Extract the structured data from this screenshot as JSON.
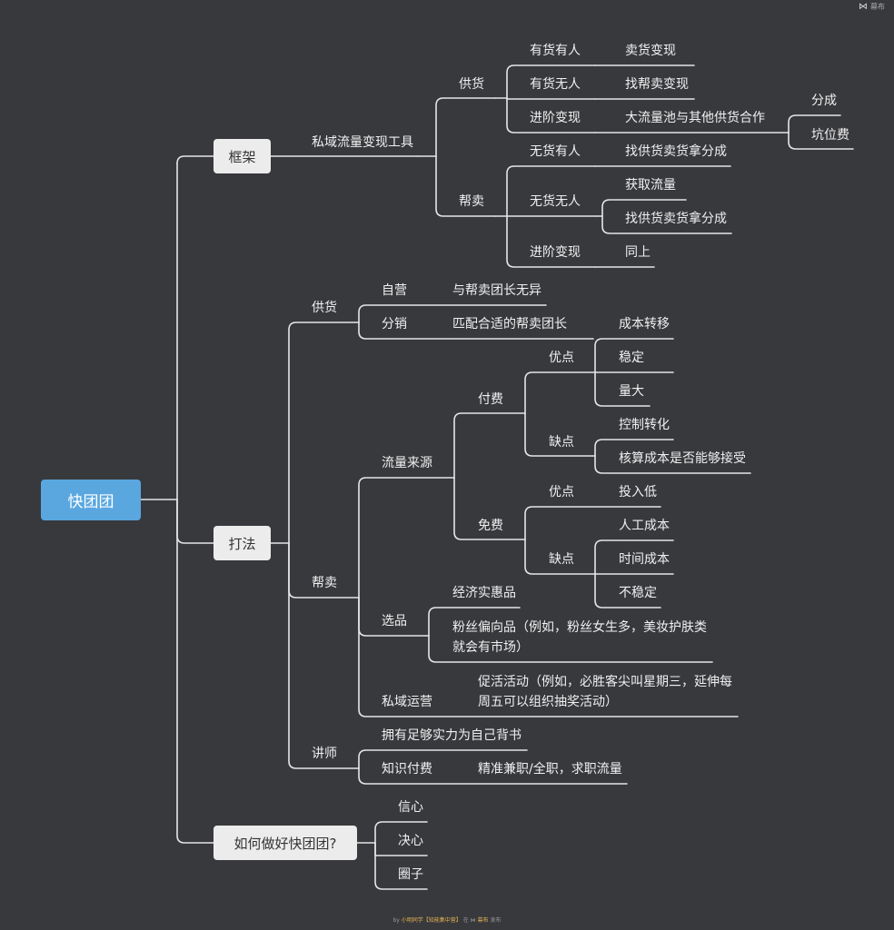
{
  "brand": {
    "icon": "mindmap-logo-icon",
    "label": "幕布"
  },
  "footer": {
    "by": "by",
    "author": "小明同学【知能集中营】",
    "via": "在",
    "brand": "幕布",
    "publish": "发布"
  },
  "nodes": {
    "root": "快团团",
    "kuangjia": "框架",
    "siyu_tool": "私域流量变现工具",
    "gonghuo1": "供货",
    "yhyr": "有货有人",
    "yhyr_c": "卖货变现",
    "yhwr": "有货无人",
    "yhwr_c": "找帮卖变现",
    "jjbx1": "进阶变现",
    "jjbx1_c": "大流量池与其他供货合作",
    "fencheng": "分成",
    "kengweifei": "坑位费",
    "bangmai1": "帮卖",
    "whyr": "无货有人",
    "whyr_c": "找供货卖货拿分成",
    "whwr": "无货无人",
    "whwr_c1": "获取流量",
    "whwr_c2": "找供货卖货拿分成",
    "jjbx2": "进阶变现",
    "jjbx2_c": "同上",
    "dafa": "打法",
    "gonghuo2": "供货",
    "ziying": "自营",
    "ziying_c": "与帮卖团长无异",
    "fenxiao": "分销",
    "fenxiao_c": "匹配合适的帮卖团长",
    "bangmai2": "帮卖",
    "liuliang": "流量来源",
    "fufei": "付费",
    "youdian1": "优点",
    "cbzy": "成本转移",
    "wending": "稳定",
    "liangda": "量大",
    "quedian1": "缺点",
    "kzzh": "控制转化",
    "hscb": "核算成本是否能够接受",
    "mianfei": "免费",
    "youdian2": "优点",
    "trd": "投入低",
    "quedian2": "缺点",
    "rgcb": "人工成本",
    "sjcb": "时间成本",
    "bwd": "不稳定",
    "xuanpin": "选品",
    "jjsh": "经济实惠品",
    "fspx": "粉丝偏向品（例如，粉丝女生多，美妆护肤类就会有市场）",
    "syyy": "私域运营",
    "chd": "促活活动（例如，必胜客尖叫星期三，延伸每周五可以组织抽奖活动）",
    "jiangshi": "讲师",
    "yysl": "拥有足够实力为自己背书",
    "zsff": "知识付费",
    "zsff_c": "精准兼职/全职，求职流量",
    "ruhe": "如何做好快团团?",
    "xinxin": "信心",
    "juexin": "决心",
    "quanzi": "圈子"
  }
}
